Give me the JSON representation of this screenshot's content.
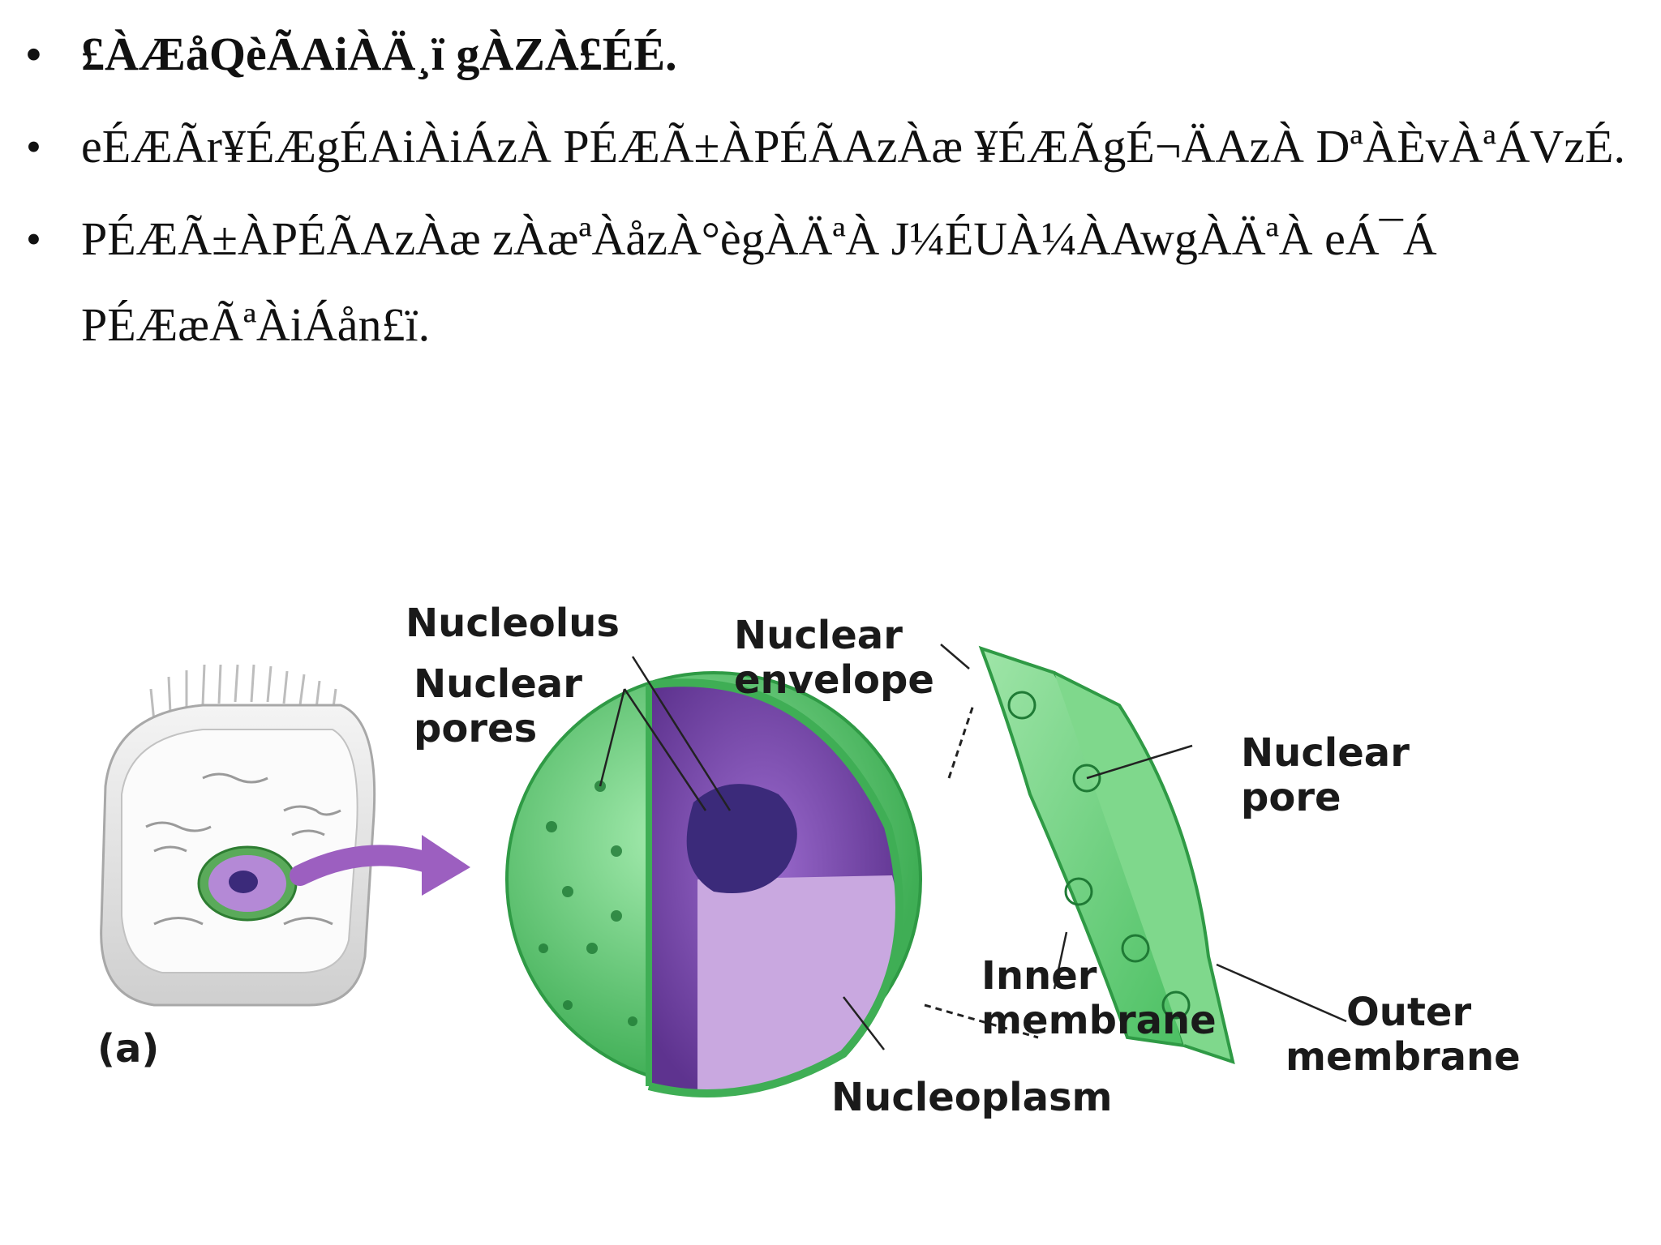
{
  "bullets": [
    {
      "text": "£ÀÆåQèÃAiÀÄ¸ï gÀZÀ£ÉÉ.",
      "bold": true
    },
    {
      "text": "eÉÆÃr¥ÉÆgÉAiÀiÁzÀ PÉÆÃ±ÀPÉÃAzÀæ ¥ÉÆÃgÉ¬ÄAzÀ DªÀÈvÀªÁVzÉ.",
      "bold": false
    },
    {
      "text": "PÉÆÃ±ÀPÉÃAzÀæ zÀæªÀåzÀ°ègÀÄªÀ J¼ÉUÀ¼ÀAwgÀÄªÀ eÁ¯Á PÉÆæÃªÀiÁån£ï.",
      "bold": false
    }
  ],
  "figure": {
    "panel_label": "(a)",
    "labels": {
      "nucleolus": "Nucleolus",
      "nuclear_pores_1": "Nuclear",
      "nuclear_pores_2": "pores",
      "nuclear_envelope_1": "Nuclear",
      "nuclear_envelope_2": "envelope",
      "nuclear_pore_1": "Nuclear",
      "nuclear_pore_2": "pore",
      "inner_membrane_1": "Inner",
      "inner_membrane_2": "membrane",
      "outer_membrane_1": "Outer",
      "outer_membrane_2": "membrane",
      "nucleoplasm": "Nucleoplasm"
    },
    "colors": {
      "green": "#6fd17a",
      "green_dark": "#2f9a45",
      "purple": "#7a4bb0",
      "purple_light": "#c9a8e0",
      "nucleolus": "#3b2a7a"
    }
  }
}
